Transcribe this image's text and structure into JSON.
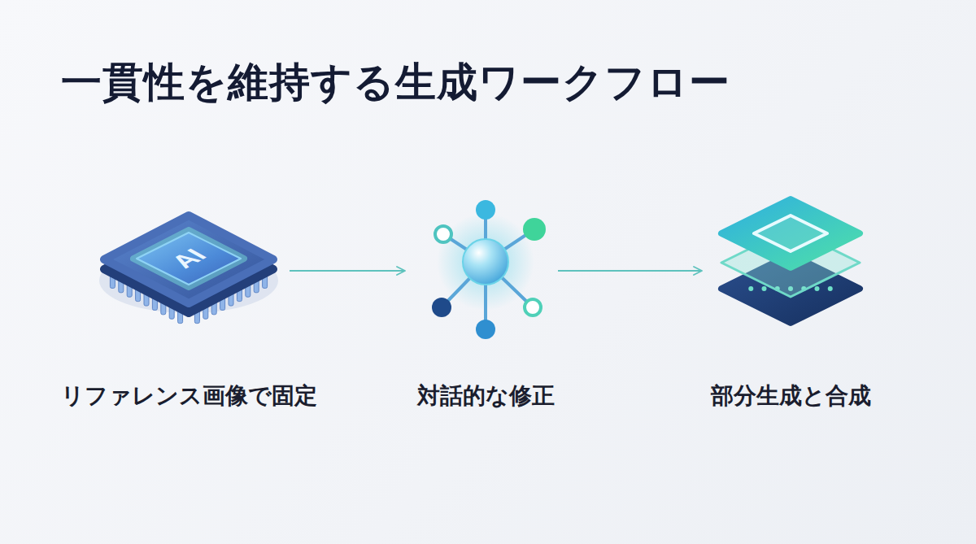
{
  "diagram": {
    "title": "一貫性を維持する生成ワークフロー",
    "nodes": [
      {
        "text": [
          "リファレンス画像で固定"
        ]
      },
      {
        "text": [
          "対話的な修正"
        ]
      },
      {
        "text": [
          "部分生成と合成"
        ]
      }
    ],
    "edges": [
      {
        "from": 0,
        "to": 1,
        "arrow": "to"
      },
      {
        "from": 1,
        "to": 2,
        "arrow": "to"
      }
    ],
    "labels": [
      "AI"
    ]
  }
}
